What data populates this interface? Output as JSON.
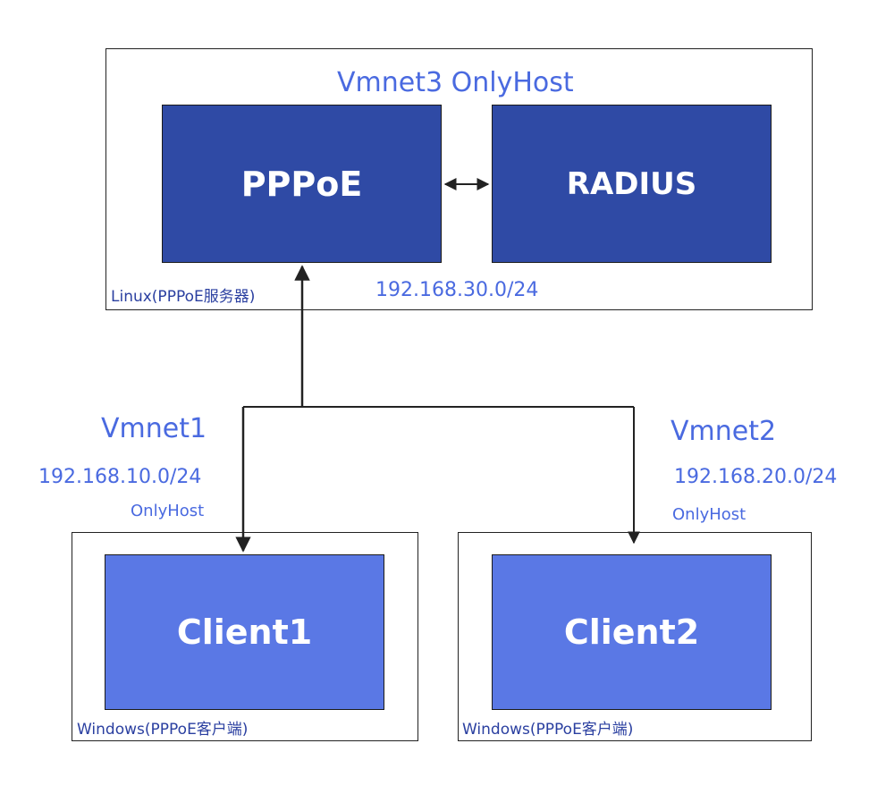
{
  "server_zone": {
    "title": "Vmnet3 OnlyHost",
    "caption": "Linux(PPPoE服务器)",
    "subnet": "192.168.30.0/24",
    "pppoe_label": "PPPoE",
    "radius_label": "RADIUS"
  },
  "vmnet1": {
    "name": "Vmnet1",
    "subnet": "192.168.10.0/24",
    "mode": "OnlyHost"
  },
  "vmnet2": {
    "name": "Vmnet2",
    "subnet": "192.168.20.0/24",
    "mode": "OnlyHost"
  },
  "client1": {
    "label": "Client1",
    "caption": "Windows(PPPoE客户端)"
  },
  "client2": {
    "label": "Client2",
    "caption": "Windows(PPPoE客户端)"
  },
  "colors": {
    "server_box": "#2f4aa5",
    "client_box": "#5a78e5",
    "label_text": "#4a6ae0"
  }
}
